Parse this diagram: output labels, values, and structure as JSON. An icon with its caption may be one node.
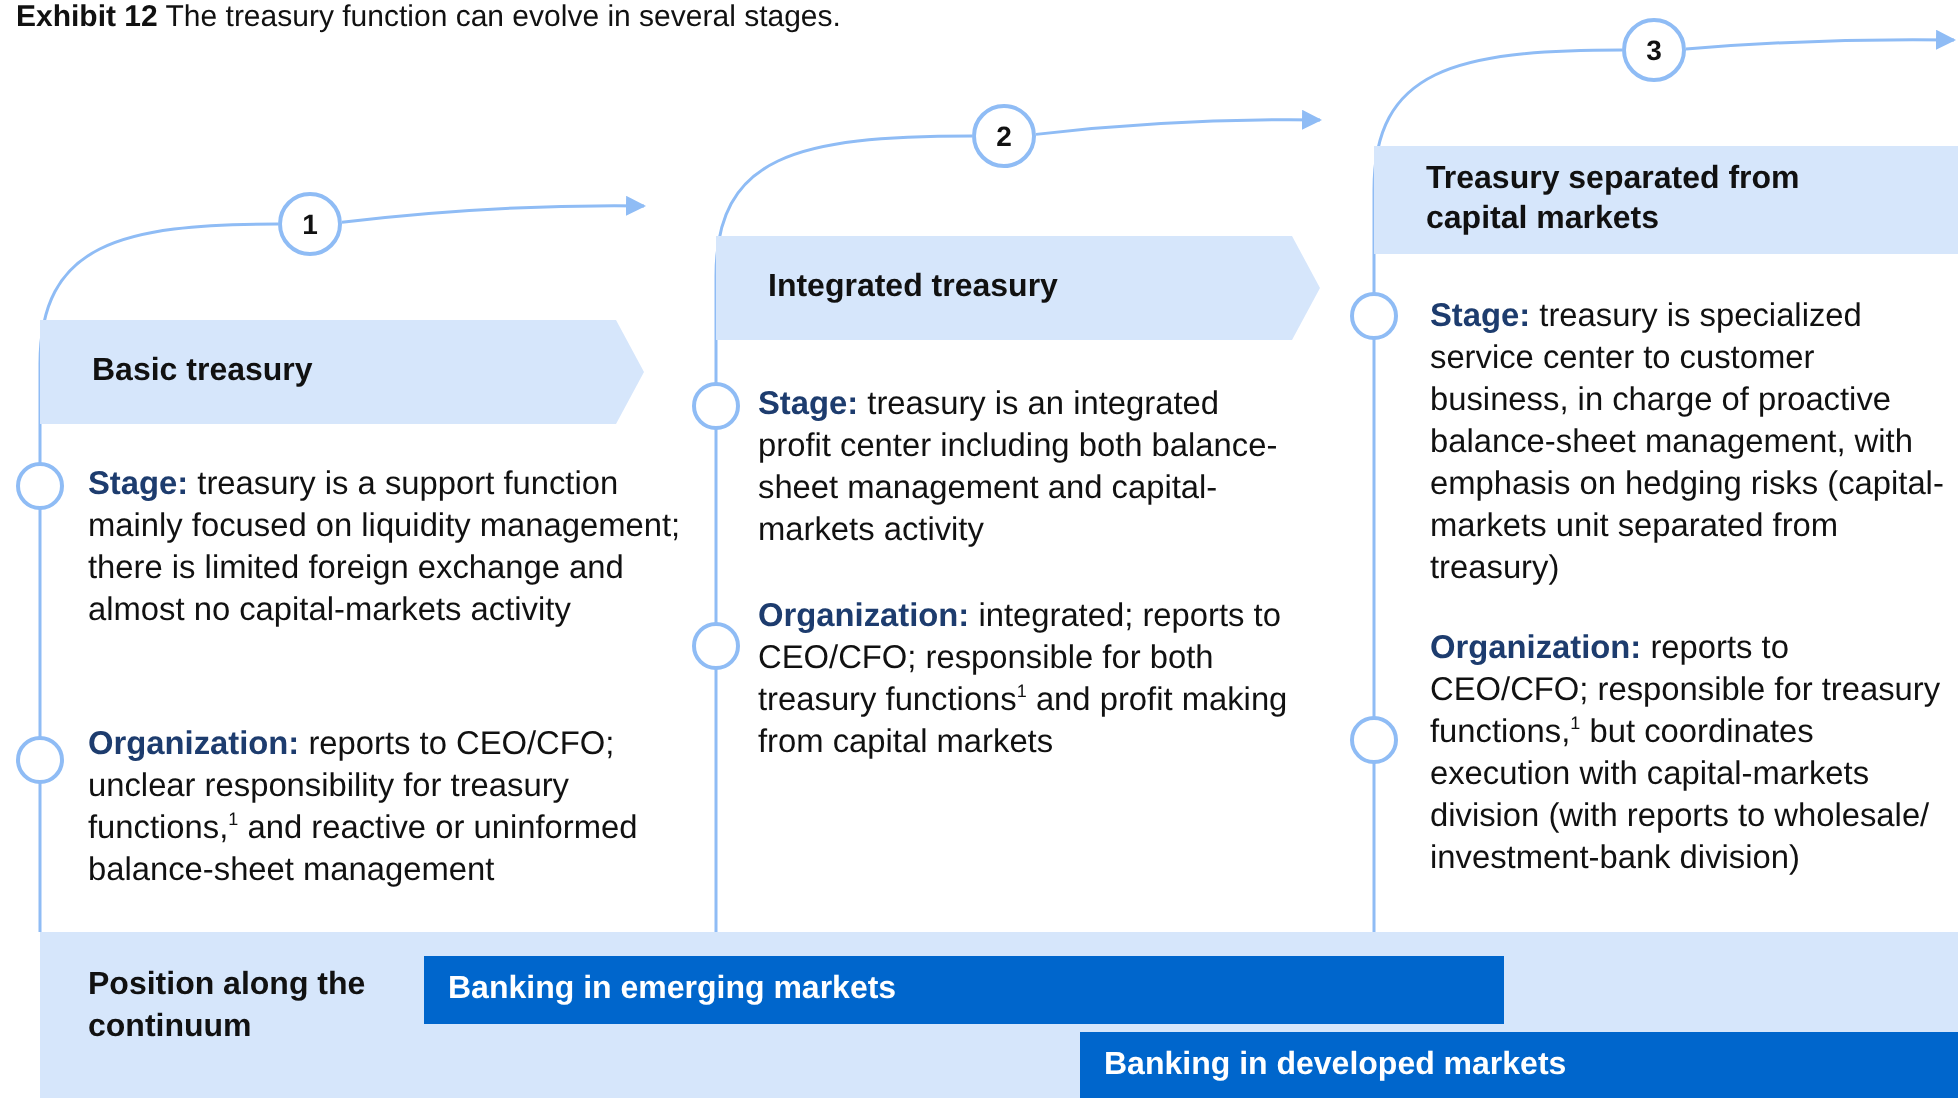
{
  "diagram": {
    "title": "**Exhibit 12**  The treasury function can evolve in several stages.",
    "nodes": [
      {
        "text": [
          "1"
        ]
      },
      {
        "text": [
          "Basic treasury"
        ]
      },
      {
        "text": [
          "2"
        ]
      },
      {
        "text": [
          "Integrated treasury"
        ]
      },
      {
        "text": [
          "3"
        ]
      },
      {
        "text": [
          "Treasury separated from capital markets"
        ]
      },
      {
        "text": [
          "Position along the continuum"
        ]
      },
      {
        "text": [
          "Banking in emerging markets"
        ],
        "in": 6
      },
      {
        "text": [
          "Banking in developed markets"
        ],
        "in": 6
      }
    ],
    "edges": [
      {
        "from": 0,
        "to": null,
        "arrow": "to"
      },
      {
        "from": 2,
        "to": null,
        "arrow": "to"
      },
      {
        "from": 4,
        "to": null,
        "arrow": "to"
      },
      {
        "from": 0,
        "to": 6,
        "arrow": "none"
      },
      {
        "from": 2,
        "to": 6,
        "arrow": "none"
      },
      {
        "from": 4,
        "to": 6,
        "arrow": "none"
      }
    ],
    "labels": [
      "**Stage:** treasury is a support function mainly focused on liquidity management; there is limited foreign exchange and almost no capital-markets activity",
      "**Organization:** reports to CEO/CFO; unclear responsibility for treasury functions,$^{1}$ and reactive or uninformed balance-sheet management",
      "**Stage:** treasury is an integrated profit center including both balance-sheet management and capital-markets activity",
      "**Organization:** integrated; reports to CEO/CFO; responsible for both treasury functions$^{1}$ and profit making from capital markets",
      "**Stage:** treasury is specialized service center to customer business, in charge of proactive balance-sheet management, with emphasis on hedging risks (capital-markets unit separated from treasury)",
      "**Organization:** reports to CEO/CFO; responsible for treasury functions,$^{1}$ but coordinates execution with capital-markets division (with reports to wholesale/ investment-bank division)"
    ]
  }
}
